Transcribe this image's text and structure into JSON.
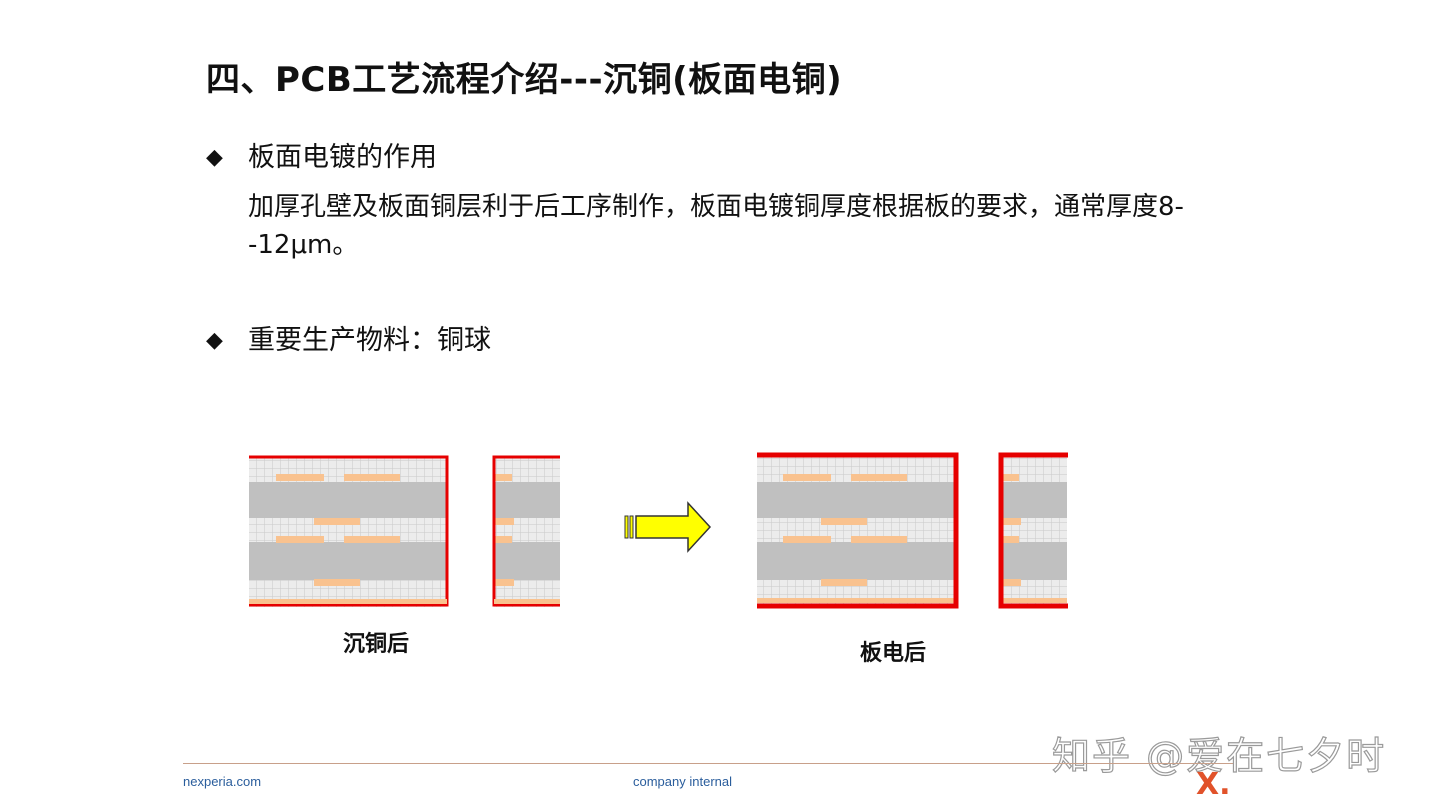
{
  "slide": {
    "title": "四、PCB工艺流程介绍---沉铜(板面电铜)",
    "bullet1": {
      "marker": "◆",
      "heading": "板面电镀的作用"
    },
    "paragraph": "加厚孔壁及板面铜层利于后工序制作，板面电镀铜厚度根据板的要求，通常厚度8--12μm。",
    "bullet2": {
      "marker": "◆",
      "text": "重要生产物料：铜球"
    }
  },
  "diagram": {
    "caption_before": "沉铜后",
    "caption_after": "板电后",
    "colors": {
      "copper_plating": "#e60000",
      "core": "#c0c0c0",
      "prepreg_grid": "#e8e8e8",
      "inner_copper": "#f9c28f",
      "arrow_fill": "#ffff00",
      "arrow_stroke": "#333333"
    }
  },
  "footer": {
    "website": "nexperia.com",
    "classification": "company internal",
    "logo_text": "X."
  },
  "watermark": "知乎 @爱在七夕时"
}
